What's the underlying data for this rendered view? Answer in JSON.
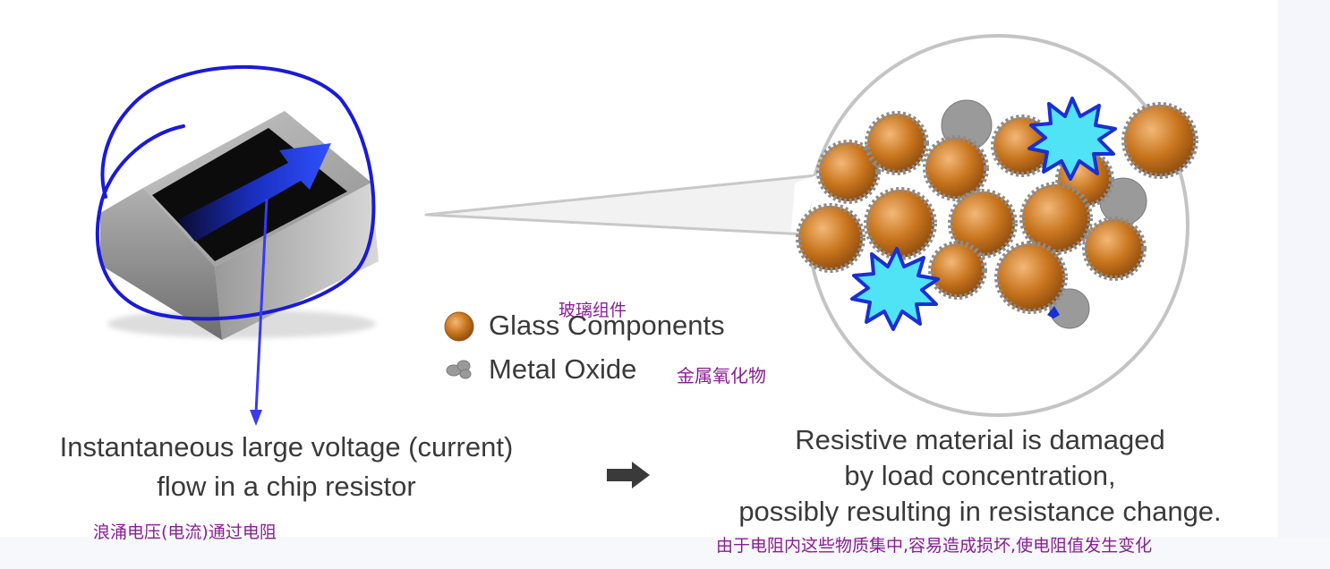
{
  "legend": {
    "glass_label": "Glass Components",
    "glass_label_cn": "玻璃组件",
    "oxide_label": "Metal Oxide",
    "oxide_label_cn": "金属氧化物"
  },
  "left_caption": {
    "line1": "Instantaneous large voltage (current)",
    "line2": "flow in a chip resistor",
    "cn": "浪涌电压(电流)通过电阻"
  },
  "right_caption": {
    "line1": "Resistive material is damaged",
    "line2": "by load concentration,",
    "line3": "possibly resulting in resistance change.",
    "cn": "由于电阻内这些物质集中,容易造成损坏,使电阻值发生变化"
  },
  "colors": {
    "annotation_cn": "#8a1c96",
    "annotation_ink": "#1a1ad8",
    "glass_orange": "#c8741c",
    "damage_cyan": "#4fe3f5"
  }
}
